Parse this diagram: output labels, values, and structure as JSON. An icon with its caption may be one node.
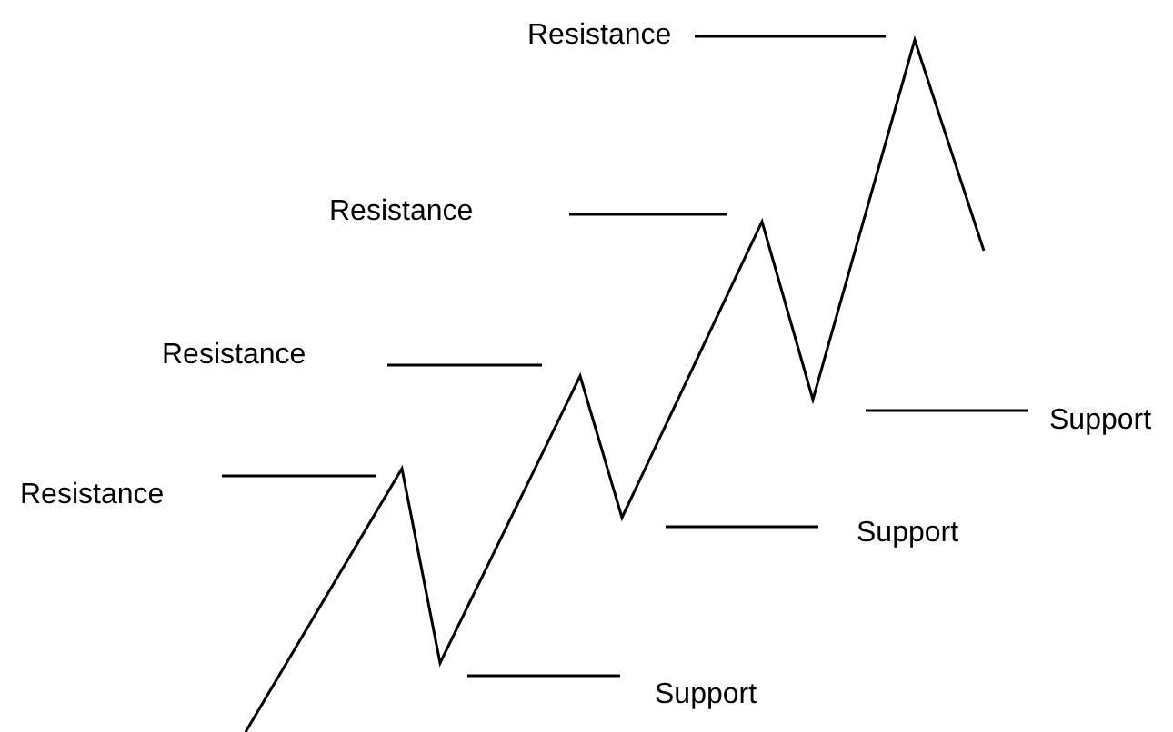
{
  "diagram": {
    "labels": [
      "Resistance",
      "Resistance",
      "Resistance",
      "Support",
      "Resistance",
      "Support",
      "Support"
    ]
  }
}
